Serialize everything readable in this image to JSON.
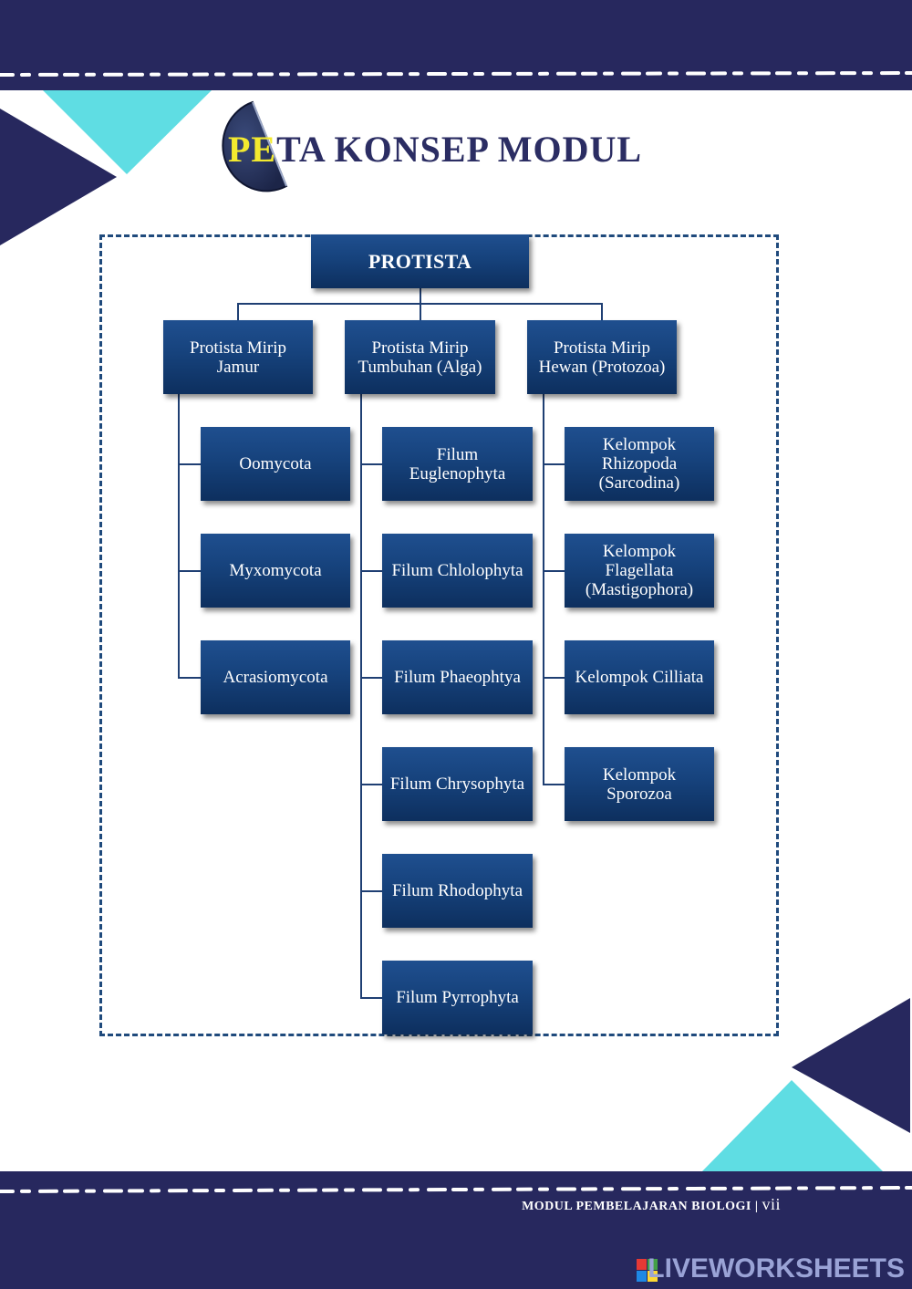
{
  "header": {
    "title_highlight": "PE",
    "title_rest": "TA KONSEP MODUL"
  },
  "diagram": {
    "root": "PROTISTA",
    "groups": [
      {
        "label": "Protista Mirip Jamur",
        "children": [
          "Oomycota",
          "Myxomycota",
          "Acrasiomycota"
        ]
      },
      {
        "label": "Protista Mirip Tumbuhan (Alga)",
        "children": [
          "Filum Euglenophyta",
          "Filum Chlolophyta",
          "Filum Phaeophtya",
          "Filum Chrysophyta",
          "Filum Rhodophyta",
          "Filum Pyrrophyta"
        ]
      },
      {
        "label": "Protista Mirip Hewan (Protozoa)",
        "children": [
          "Kelompok Rhizopoda (Sarcodina)",
          "Kelompok Flagellata (Mastigophora)",
          "Kelompok Cilliata",
          "Kelompok Sporozoa"
        ]
      }
    ]
  },
  "footer": {
    "text": "MODUL PEMBELAJARAN BIOLOGI",
    "separator": "|",
    "page": "vii"
  },
  "watermark": "LIVEWORKSHEETS",
  "colors": {
    "navy": "#27285e",
    "cyan": "#5fdde3",
    "box_blue": "#16427c",
    "title_highlight": "#f3ea2f"
  }
}
